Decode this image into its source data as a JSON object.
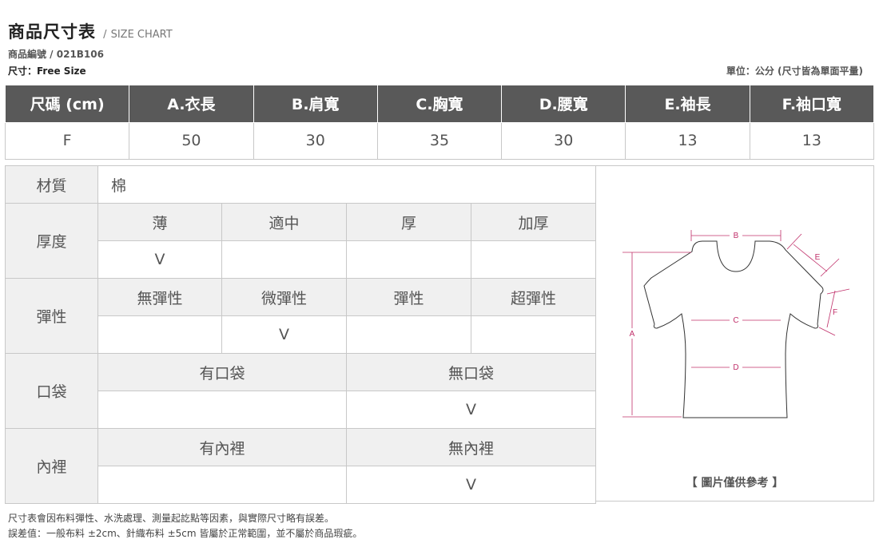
{
  "title": {
    "main": "商品尺寸表",
    "separator": "/",
    "sub": "SIZE CHART"
  },
  "product_code": "商品編號 / 021B106",
  "size_info": "尺寸：Free Size",
  "unit_note": "單位：公分 (尺寸皆為單面平量)",
  "size_table": {
    "headers": [
      "尺碼 (cm)",
      "A.衣長",
      "B.肩寬",
      "C.胸寬",
      "D.腰寬",
      "E.袖長",
      "F.袖口寬"
    ],
    "rows": [
      [
        "F",
        "50",
        "30",
        "35",
        "30",
        "13",
        "13"
      ]
    ]
  },
  "material": {
    "label": "材質",
    "value": "棉"
  },
  "thickness": {
    "label": "厚度",
    "options": [
      "薄",
      "適中",
      "厚",
      "加厚"
    ],
    "marks": [
      "V",
      "",
      "",
      ""
    ]
  },
  "elasticity": {
    "label": "彈性",
    "options": [
      "無彈性",
      "微彈性",
      "彈性",
      "超彈性"
    ],
    "marks": [
      "",
      "V",
      "",
      ""
    ]
  },
  "pocket": {
    "label": "口袋",
    "options": [
      "有口袋",
      "無口袋"
    ],
    "marks": [
      "",
      "V"
    ]
  },
  "lining": {
    "label": "內裡",
    "options": [
      "有內裡",
      "無內裡"
    ],
    "marks": [
      "",
      "V"
    ]
  },
  "diagram": {
    "labels": {
      "a": "A",
      "b": "B",
      "c": "C",
      "d": "D",
      "e": "E",
      "f": "F"
    },
    "caption": "【 圖片僅供參考 】",
    "line_color": "#c0306a"
  },
  "footnotes": [
    "尺寸表會因布料彈性、水洗處理、測量起訖點等因素，與實際尺寸略有誤差。",
    "誤差值：一般布料 ±2cm、針織布料 ±5cm 皆屬於正常範圍，並不屬於商品瑕疵。"
  ]
}
